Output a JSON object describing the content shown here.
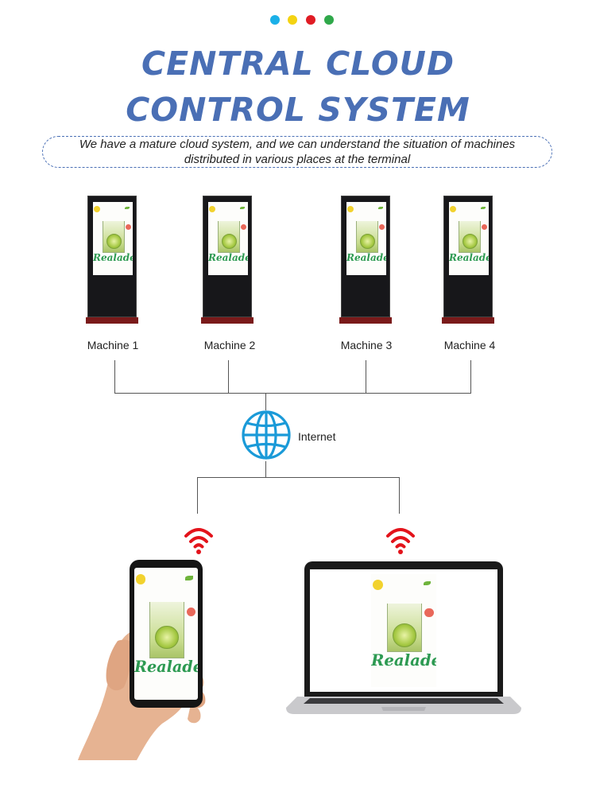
{
  "title": {
    "line1": "CENTRAL CLOUD",
    "line2": "CONTROL SYSTEM"
  },
  "subtitle": "We have a mature cloud system, and we can understand the situation of machines distributed in various places at the terminal",
  "dots": [
    "#1ab0e8",
    "#f4d312",
    "#e01c24",
    "#2fa84a"
  ],
  "colors": {
    "title": "#4a6fb5",
    "wifi": "#e3131b",
    "globe": "#1a9ad8",
    "kiosk_base": "#7a1a1a"
  },
  "machines": [
    {
      "label": "Machine 1"
    },
    {
      "label": "Machine 2"
    },
    {
      "label": "Machine 3"
    },
    {
      "label": "Machine 4"
    }
  ],
  "network": {
    "label": "Internet",
    "icon": "globe-icon"
  },
  "poster": {
    "brand": "Realade"
  },
  "devices": {
    "phone_icon": "wifi-icon",
    "laptop_icon": "wifi-icon"
  }
}
